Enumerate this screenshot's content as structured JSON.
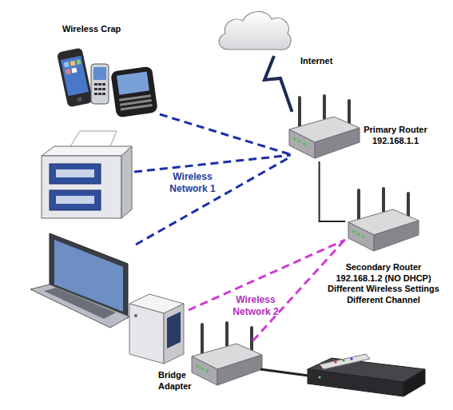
{
  "diagram": {
    "nodes": [
      {
        "text": [
          "Internet"
        ]
      },
      {
        "text": [
          "Wireless Crap"
        ]
      },
      {
        "text": [
          "Primary Router 192.168.1.1"
        ]
      },
      {
        "text": [
          "Secondary Router 192.168.1.2 (NO DHCP) Different Wireless Settings Different Channel"
        ]
      },
      {
        "text": [
          "Bridge Adapter"
        ]
      }
    ],
    "edges": [
      {
        "from": 0,
        "to": 2,
        "arrow": "none"
      },
      {
        "from": 1,
        "to": 2,
        "arrow": "none"
      },
      {
        "from": 2,
        "to": 3,
        "arrow": "none"
      },
      {
        "from": 4,
        "to": 3,
        "arrow": "none"
      }
    ],
    "labels": [
      "Wireless Network 1",
      "Wireless Network 2"
    ]
  }
}
